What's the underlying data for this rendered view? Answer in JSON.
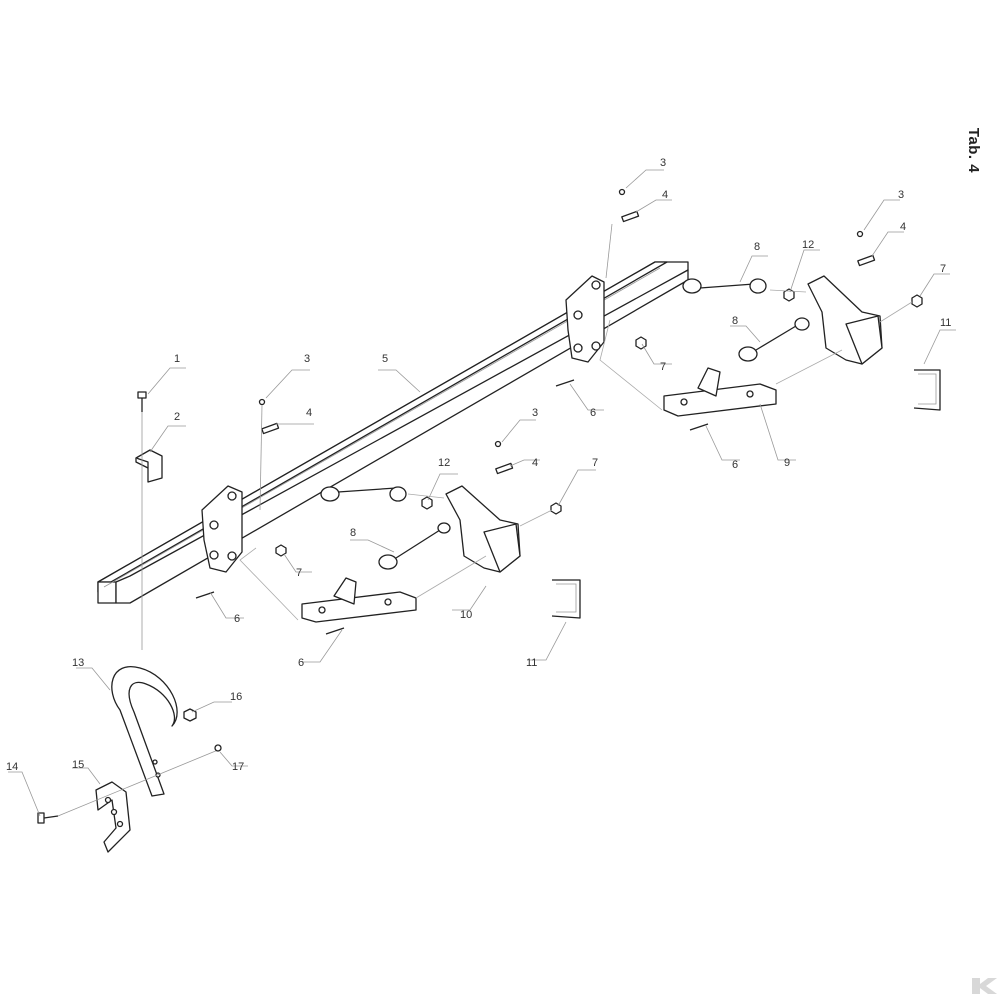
{
  "sheet": {
    "tab_label": "Tab. 4",
    "brand_logo": "kramp-k-logo"
  },
  "callouts": [
    {
      "id": "c1",
      "number": "1"
    },
    {
      "id": "c2",
      "number": "2"
    },
    {
      "id": "c3a",
      "number": "3"
    },
    {
      "id": "c3b",
      "number": "3"
    },
    {
      "id": "c3c",
      "number": "3"
    },
    {
      "id": "c3d",
      "number": "3"
    },
    {
      "id": "c4a",
      "number": "4"
    },
    {
      "id": "c4b",
      "number": "4"
    },
    {
      "id": "c4c",
      "number": "4"
    },
    {
      "id": "c4d",
      "number": "4"
    },
    {
      "id": "c5",
      "number": "5"
    },
    {
      "id": "c6a",
      "number": "6"
    },
    {
      "id": "c6b",
      "number": "6"
    },
    {
      "id": "c6c",
      "number": "6"
    },
    {
      "id": "c6d",
      "number": "6"
    },
    {
      "id": "c7a",
      "number": "7"
    },
    {
      "id": "c7b",
      "number": "7"
    },
    {
      "id": "c7c",
      "number": "7"
    },
    {
      "id": "c7d",
      "number": "7"
    },
    {
      "id": "c8a",
      "number": "8"
    },
    {
      "id": "c8b",
      "number": "8"
    },
    {
      "id": "c8c",
      "number": "8"
    },
    {
      "id": "c9",
      "number": "9"
    },
    {
      "id": "c10",
      "number": "10"
    },
    {
      "id": "c11a",
      "number": "11"
    },
    {
      "id": "c11b",
      "number": "11"
    },
    {
      "id": "c12a",
      "number": "12"
    },
    {
      "id": "c12b",
      "number": "12"
    },
    {
      "id": "c13",
      "number": "13"
    },
    {
      "id": "c14",
      "number": "14"
    },
    {
      "id": "c15",
      "number": "15"
    },
    {
      "id": "c16",
      "number": "16"
    },
    {
      "id": "c17",
      "number": "17"
    }
  ]
}
